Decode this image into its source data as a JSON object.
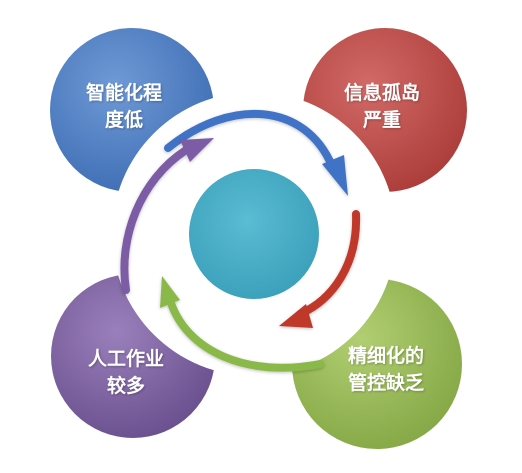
{
  "colors": {
    "blue": "#4f7fc4",
    "red": "#c0504d",
    "green": "#9bbb59",
    "purple": "#8064a2",
    "center": "#4bacc6",
    "blue_arrow": "#3f73c6",
    "red_arrow": "#c0392b",
    "green_arrow": "#8ab84a",
    "purple_arrow": "#7d5ba6"
  },
  "nodes": [
    {
      "id": "blue",
      "lines": [
        "智能化程",
        "度低"
      ]
    },
    {
      "id": "red",
      "lines": [
        "信息孤岛",
        "严重"
      ]
    },
    {
      "id": "green",
      "lines": [
        "精细化的",
        "管控缺乏"
      ]
    },
    {
      "id": "purple",
      "lines": [
        "人工作业",
        "较多"
      ]
    }
  ]
}
